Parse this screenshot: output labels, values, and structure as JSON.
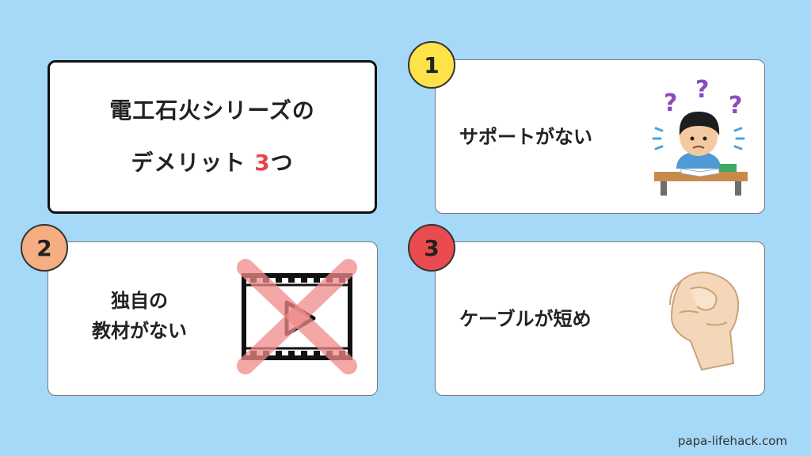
{
  "title": {
    "line1": "電工石火シリーズの",
    "line2_prefix": "デメリット ",
    "line2_accent": "3",
    "line2_suffix": "つ"
  },
  "items": [
    {
      "number": "1",
      "label": "サポートがない",
      "badge_color": "#fde24a",
      "icon": "confused-student-icon"
    },
    {
      "number": "2",
      "label_line1": "独自の",
      "label_line2": "教材がない",
      "badge_color": "#f5ad82",
      "icon": "no-video-icon"
    },
    {
      "number": "3",
      "label": "ケーブルが短め",
      "badge_color": "#e94b4f",
      "icon": "pinching-hand-icon"
    }
  ],
  "footer": "papa-lifehack.com",
  "colors": {
    "background": "#a6d8f7",
    "accent": "#e8454b"
  }
}
